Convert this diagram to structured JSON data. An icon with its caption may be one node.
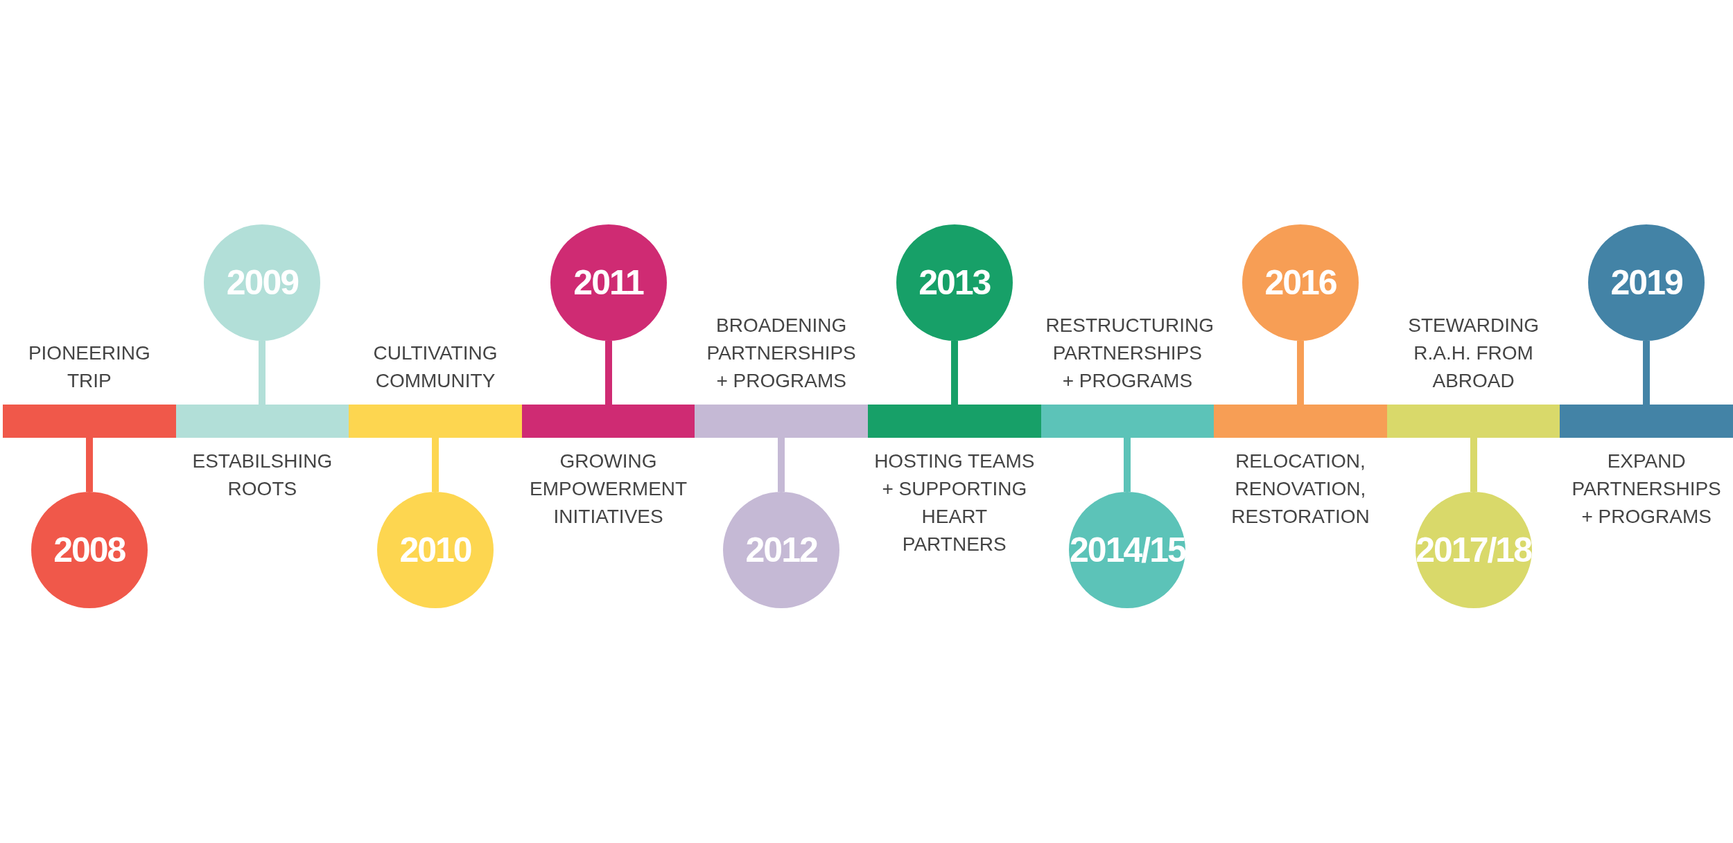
{
  "diagram": {
    "nodes": [
      {
        "text": [
          "2008"
        ]
      },
      {
        "text": [
          "2009"
        ]
      },
      {
        "text": [
          "2010"
        ]
      },
      {
        "text": [
          "2011"
        ]
      },
      {
        "text": [
          "2012"
        ]
      },
      {
        "text": [
          "2013"
        ]
      },
      {
        "text": [
          "2014/15"
        ]
      },
      {
        "text": [
          "2016"
        ]
      },
      {
        "text": [
          "2017/18"
        ]
      },
      {
        "text": [
          "2019"
        ]
      }
    ],
    "labels": [
      "PIONEERING TRIP",
      "ESTABILSHING ROOTS",
      "CULTIVATING COMMUNITY",
      "GROWING EMPOWERMENT INITIATIVES",
      "BROADENING PARTNERSHIPS + PROGRAMS",
      "HOSTING TEAMS + SUPPORTING HEART PARTNERS",
      "RESTRUCTURING PARTNERSHIPS + PROGRAMS",
      "RELOCATION, RENOVATION, RESTORATION",
      "STEWARDING R.A.H. FROM ABROAD",
      "EXPAND PARTNERSHIPS + PROGRAMS"
    ]
  }
}
